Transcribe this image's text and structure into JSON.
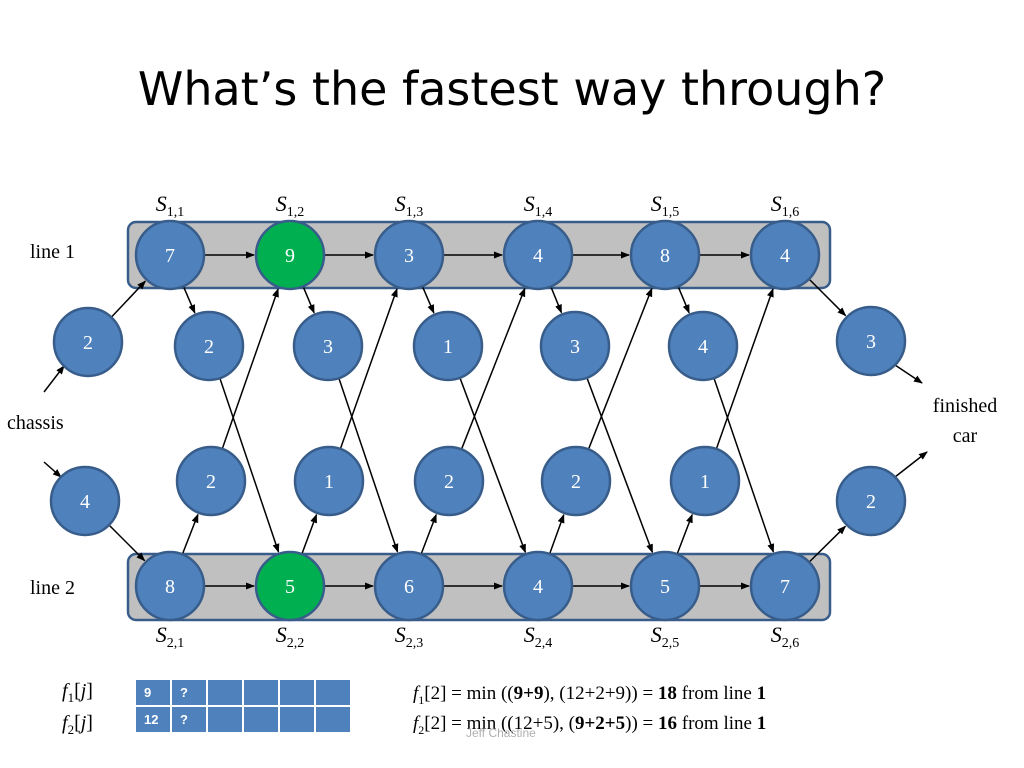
{
  "title": "What’s the fastest way through?",
  "labels": {
    "line1": "line 1",
    "line2": "line 2",
    "chassis": "chassis",
    "finished_line1": "finished",
    "finished_line2": "car"
  },
  "line1": {
    "stations": [
      {
        "s": "S",
        "sub": "1,1",
        "value": "7"
      },
      {
        "s": "S",
        "sub": "1,2",
        "value": "9"
      },
      {
        "s": "S",
        "sub": "1,3",
        "value": "3"
      },
      {
        "s": "S",
        "sub": "1,4",
        "value": "4"
      },
      {
        "s": "S",
        "sub": "1,5",
        "value": "8"
      },
      {
        "s": "S",
        "sub": "1,6",
        "value": "4"
      }
    ],
    "transfers": [
      "2",
      "3",
      "1",
      "3",
      "4"
    ],
    "entry": "2",
    "exit": "3"
  },
  "line2": {
    "stations": [
      {
        "s": "S",
        "sub": "2,1",
        "value": "8"
      },
      {
        "s": "S",
        "sub": "2,2",
        "value": "5"
      },
      {
        "s": "S",
        "sub": "2,3",
        "value": "6"
      },
      {
        "s": "S",
        "sub": "2,4",
        "value": "4"
      },
      {
        "s": "S",
        "sub": "2,5",
        "value": "5"
      },
      {
        "s": "S",
        "sub": "2,6",
        "value": "7"
      }
    ],
    "transfers": [
      "2",
      "1",
      "2",
      "2",
      "1"
    ],
    "entry": "4",
    "exit": "2"
  },
  "colors": {
    "node": "#4f81bd",
    "node_stroke": "#385d8a",
    "highlight": "#00b050",
    "band": "#c0c0c0",
    "band_stroke": "#385d8a"
  },
  "table": {
    "f1_label": {
      "f": "f",
      "sub": "1",
      "rest": "[",
      "j": "j",
      "close": "]"
    },
    "f2_label": {
      "f": "f",
      "sub": "2",
      "rest": "[",
      "j": "j",
      "close": "]"
    },
    "f1_cells": [
      "9",
      "?",
      "",
      "",
      "",
      ""
    ],
    "f2_cells": [
      "12",
      "?",
      "",
      "",
      "",
      ""
    ]
  },
  "formulas": {
    "f1": {
      "f": "f",
      "sub": "1",
      "a": "[2] = min ((",
      "b": "9+9",
      "c": "), (12+2+9)) = ",
      "d": "18",
      "e": " from line ",
      "g": "1"
    },
    "f2": {
      "f": "f",
      "sub": "2",
      "a": "[2] = min ((12+5), (",
      "b": "9+2+5",
      "c": ")) = ",
      "d": "16",
      "e": " from line ",
      "g": "1"
    }
  },
  "author": "Jeff Chastine"
}
